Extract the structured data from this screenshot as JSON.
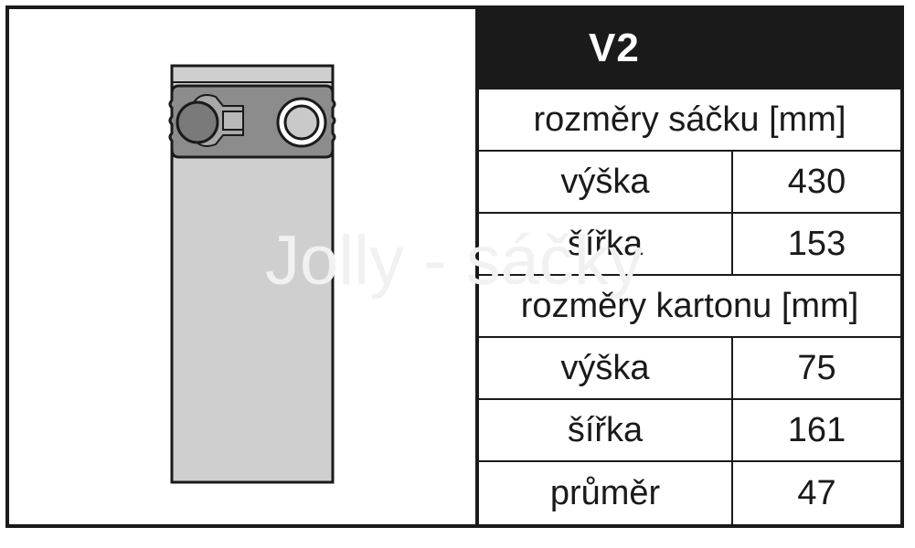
{
  "title": "V2",
  "watermark": "Jolly - sáčky",
  "bag_section": {
    "heading": "rozměry sáčku [mm]",
    "rows": [
      {
        "label": "výška",
        "value": "430"
      },
      {
        "label": "šířka",
        "value": "153"
      }
    ]
  },
  "carton_section": {
    "heading": "rozměry kartonu [mm]",
    "rows": [
      {
        "label": "výška",
        "value": "75"
      },
      {
        "label": "šířka",
        "value": "161"
      },
      {
        "label": "průměr",
        "value": "47"
      }
    ]
  },
  "colors": {
    "border": "#1a1a1a",
    "bag_fill": "#cfcfcf",
    "plate_fill": "#8c8c8c"
  }
}
